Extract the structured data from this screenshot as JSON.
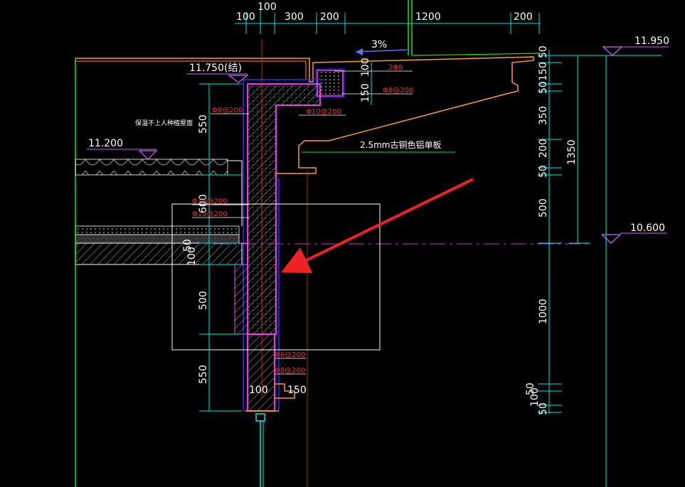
{
  "top_dims": {
    "d1": "100",
    "d2": "100",
    "d3": "300",
    "d4": "200",
    "d5": "1200",
    "d6": "200"
  },
  "slope": "3%",
  "levels": {
    "top": "11.950",
    "struct": "11.750(结)",
    "roof": "11.200",
    "mid": "10.600"
  },
  "right_dims": {
    "r1": "50",
    "r2": "150",
    "r3": "50",
    "r4": "350",
    "r5": "200",
    "r6": "50",
    "r7": "500",
    "r8": "1000",
    "r9": "50",
    "r10": "100",
    "r11": "50",
    "total": "1350"
  },
  "left_dims": {
    "l1": "550",
    "l2": "600",
    "l3": "50",
    "l4": "100",
    "l5": "500",
    "l6": "550"
  },
  "small_dims": {
    "b100_a": "100",
    "b150_a": "150",
    "b100_b": "100",
    "b150_b": "150"
  },
  "rebar": {
    "t1": "2Φ8",
    "t2": "Φ8@200",
    "t3": "Φ10@200",
    "t4": "Φ8@200",
    "t5": "Φ10@200",
    "t6": "Φ10@200",
    "t7": "Φ8@200",
    "t8": "Φ8@200"
  },
  "notes": {
    "roof": "保温不上人种植屋面",
    "panel": "2.5mm古铜色铝单板"
  },
  "colors": {
    "background": "#000000",
    "dim_line": "#00e5e5",
    "concrete_edge": "#ff40ff",
    "cladding": "#ff9933",
    "rebar_text": "#ff3030",
    "arrow": "#ee2222",
    "level_line": "#cc33cc",
    "green": "#22dd22",
    "blue": "#2233ff"
  }
}
